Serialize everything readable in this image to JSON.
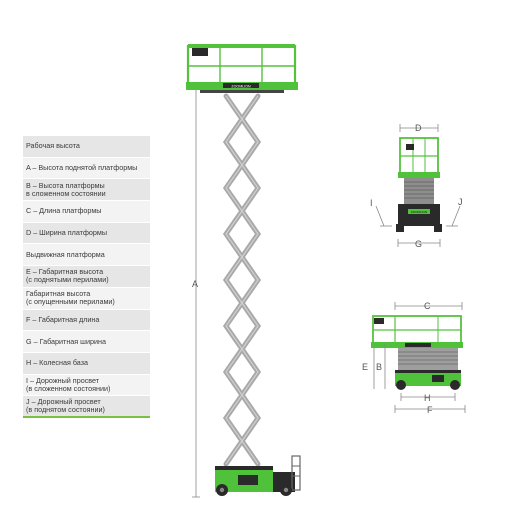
{
  "specs": [
    {
      "label": "Рабочая высота"
    },
    {
      "label": "A – Высота поднятой платформы"
    },
    {
      "label": "B – Высота платформы\nв сложенном состоянии"
    },
    {
      "label": "C – Длина платформы"
    },
    {
      "label": "D – Ширина платформы"
    },
    {
      "label": "Выдвижная платформа"
    },
    {
      "label": "E – Габаритная высота\n(с поднятыми перилами)"
    },
    {
      "label": "Габаритная высота\n(с опущенными перилами)"
    },
    {
      "label": "F – Габаритная длина"
    },
    {
      "label": "G – Габаритная ширина"
    },
    {
      "label": "H – Колесная база"
    },
    {
      "label": "I – Дорожный просвет\n(в сложенном состоянии)"
    },
    {
      "label": "J – Дорожный просвет\n(в поднятом состоянии)"
    }
  ],
  "dimensions": {
    "A": "A",
    "B": "B",
    "C": "C",
    "D": "D",
    "E": "E",
    "F": "F",
    "G": "G",
    "H": "H",
    "I": "I",
    "J": "J"
  },
  "brand_plate": "ZOOMLION",
  "colors": {
    "accent_green": "#7bc043",
    "machine_green": "#4fc13a",
    "scissor_gray": "#a9a9a9",
    "chassis_dark": "#2a2a2a"
  }
}
